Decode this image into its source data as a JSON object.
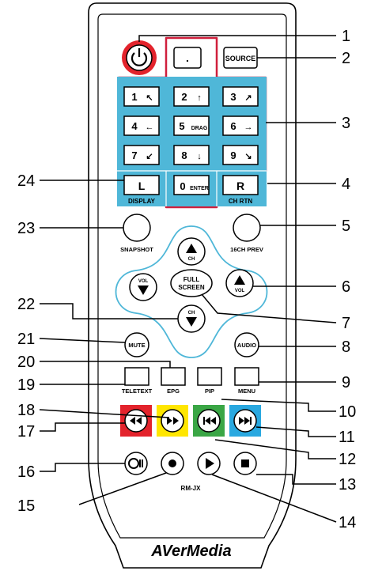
{
  "colors": {
    "outline": "#d01f3c",
    "blue": "#4fb7d8",
    "red": "#e3232c",
    "yellow": "#ffe600",
    "green": "#3aa645",
    "cyan": "#29a8e0"
  },
  "keys": {
    "dot": ".",
    "source": "SOURCE",
    "n1": "1",
    "n2": "2",
    "n3": "3",
    "n4": "4",
    "n5": "5",
    "n5sub": "DRAG",
    "n6": "6",
    "n7": "7",
    "n8": "8",
    "n9": "9",
    "n0": "0",
    "n0sub": "ENTER",
    "l": "L",
    "r": "R",
    "display": "DISPLAY",
    "chrtn": "CH RTN",
    "snapshot": "SNAPSHOT",
    "prev16": "16CH PREV",
    "ch": "CH",
    "vol": "VOL",
    "full": "FULL",
    "screen": "SCREEN",
    "mute": "MUTE",
    "audio": "AUDIO",
    "teletext": "TELETEXT",
    "epg": "EPG",
    "pip": "PIP",
    "menu": "MENU",
    "model": "RM-JX",
    "brand": "AVerMedia"
  },
  "callouts": [
    "1",
    "2",
    "3",
    "4",
    "5",
    "6",
    "7",
    "8",
    "9",
    "10",
    "11",
    "12",
    "13",
    "14",
    "15",
    "16",
    "17",
    "18",
    "19",
    "20",
    "21",
    "22",
    "23",
    "24"
  ]
}
